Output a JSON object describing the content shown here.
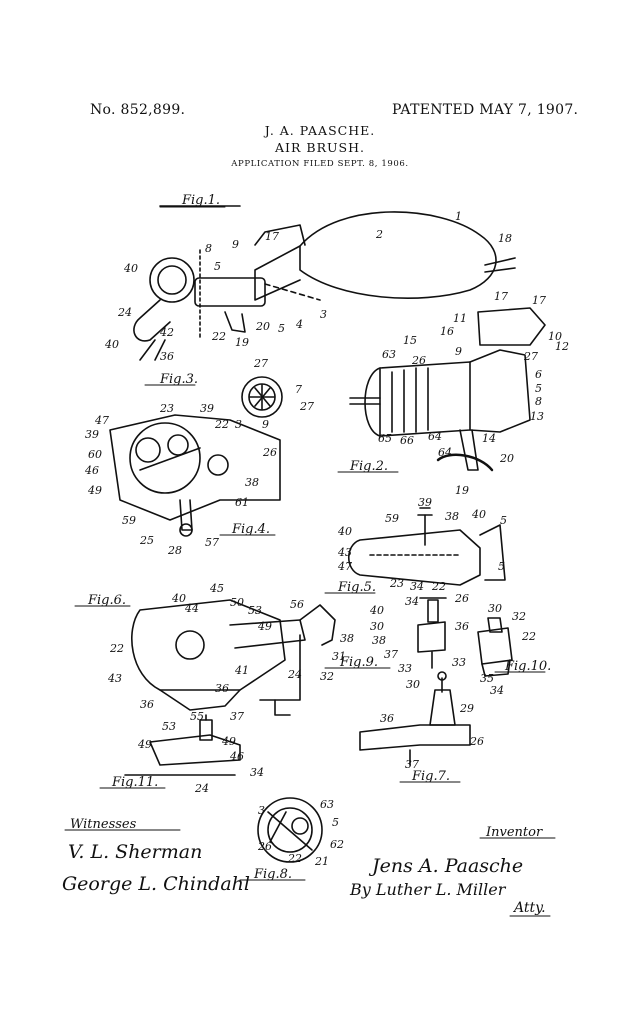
{
  "header": {
    "patent_number": "No. 852,899.",
    "patented_date": "PATENTED MAY 7, 1907."
  },
  "title_block": {
    "inventor": "J. A. PAASCHE.",
    "title": "AIR BRUSH.",
    "application_filed": "APPLICATION FILED SEPT. 8, 1906."
  },
  "figure_captions": {
    "fig1": "Fig.1.",
    "fig2": "Fig.2.",
    "fig3": "Fig.3.",
    "fig4": "Fig.4.",
    "fig5": "Fig.5.",
    "fig6": "Fig.6.",
    "fig7": "Fig.7.",
    "fig8": "Fig.8.",
    "fig9": "Fig.9.",
    "fig10": "Fig.10.",
    "fig11": "Fig.11."
  },
  "signatures": {
    "witnesses_label": "Witnesses",
    "inventor_label": "Inventor",
    "witness1": "V. L. Sherman",
    "witness2": "George L. Chindahl",
    "inventor_signature": "Jens A. Paasche",
    "attorney_signature": "By Luther L. Miller",
    "attorney_abbr": "Atty."
  }
}
